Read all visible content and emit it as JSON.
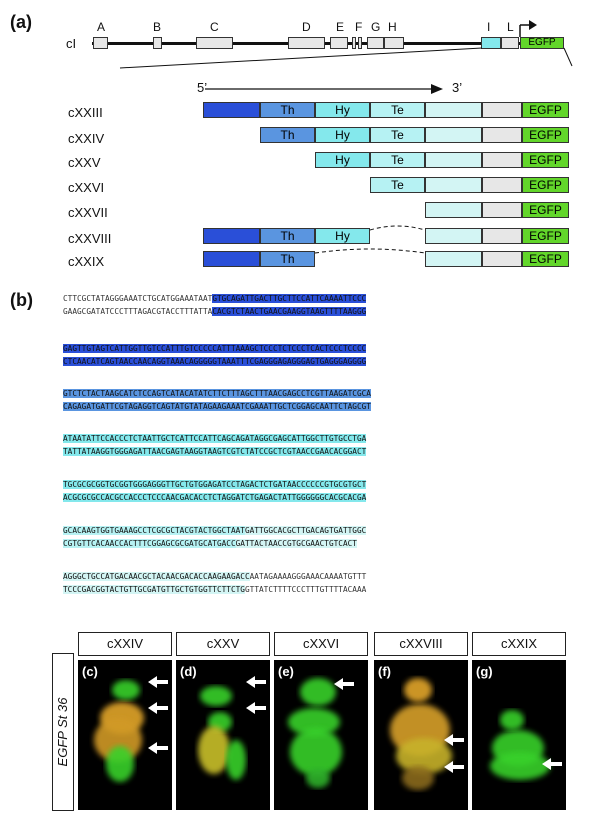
{
  "panel_a": {
    "label": "(a)",
    "locus_name": "cI",
    "exon_labels": [
      "A",
      "B",
      "C",
      "D",
      "E",
      "F",
      "G",
      "H",
      "I",
      "L"
    ],
    "reporter_label": "EGFP",
    "direction_5": "5’",
    "direction_3": "3’",
    "segment_labels": {
      "th": "Th",
      "hy": "Hy",
      "te": "Te",
      "egfp": "EGFP"
    },
    "constructs": [
      {
        "name": "cXXIII",
        "segments": [
          "dark",
          "th",
          "hy",
          "te",
          "pale",
          "gray",
          "egfp"
        ],
        "gap": false
      },
      {
        "name": "cXXIV",
        "segments": [
          "th",
          "hy",
          "te",
          "pale",
          "gray",
          "egfp"
        ],
        "gap": false
      },
      {
        "name": "cXXV",
        "segments": [
          "hy",
          "te",
          "pale",
          "gray",
          "egfp"
        ],
        "gap": false
      },
      {
        "name": "cXXVI",
        "segments": [
          "te",
          "pale",
          "gray",
          "egfp"
        ],
        "gap": false
      },
      {
        "name": "cXXVII",
        "segments": [
          "pale",
          "gray",
          "egfp"
        ],
        "gap": false
      },
      {
        "name": "cXXVIII",
        "segments": [
          "dark",
          "th",
          "hy",
          "pale",
          "gray",
          "egfp"
        ],
        "gap": true
      },
      {
        "name": "cXXIX",
        "segments": [
          "dark",
          "th",
          "pale",
          "gray",
          "egfp"
        ],
        "gap": true
      }
    ]
  },
  "panel_b": {
    "label": "(b)",
    "blocks": [
      {
        "top": [
          "CTTCGCTATAGGGAAATCTGCATGGAAATAAT",
          "GTGCAGATTGACTTGCTTCCATTCAAAATTCCC"
        ],
        "bottom": [
          "GAAGCGATATCCCTTTAGACGTACCTTTATTA",
          "CACGTCTAACTGAACGAAGGTAAGTTTTAAGGG"
        ],
        "styles": [
          "plain",
          "hl-dark"
        ]
      },
      {
        "top": [
          "GAGTTGTAGTCATTGGTTGTCCATTTGTCCCCCATTTAAAGCTCCCTCTCCCTCACTCCCTCCCC"
        ],
        "bottom": [
          "CTCAACATCAGTAACCAACAGGTAAACAGGGGGTAAATTTCGAGGGAGAGGGAGTGAGGGAGGGG"
        ],
        "styles": [
          "hl-dark"
        ]
      },
      {
        "top": [
          "GTCTCTACTAAGCATCTCCAGTCATACATATCTTCTTTAGCTTTAACGAGCCTCGTTAAGATCGCA"
        ],
        "bottom": [
          "CAGAGATGATTCGTAGAGGTCAGTATGTATAGAAGAAATCGAAATTGCTCGGAGCAATTCTAGCGT"
        ],
        "styles": [
          "hl-th"
        ]
      },
      {
        "top": [
          "ATAATATTCCACCCTCTAATTGCTCATTCCATTCAGCAGATAGGCGAGCATTGGCTTGTGCCTGA"
        ],
        "bottom": [
          "TATTATAAGGTGGGAGATTAACGAGTAAGGTAAGTCGTCTATCCGCTCGTAACCGAACACGGACT"
        ],
        "styles": [
          "hl-hy"
        ]
      },
      {
        "top": [
          "TGCGCGCGGTGCGGTGGGAGGGTTGCTGTGGAGATCCTAGACTCTGATAACCCCCCGTGCGTGCT"
        ],
        "bottom": [
          "ACGCGCGCCACGCCACCCTCCCAACGACACCTCTAGGATCTGAGACTATTGGGGGGCACGCACGA"
        ],
        "styles": [
          "hl-hy"
        ]
      },
      {
        "top": [
          "GCACAAGTGGTGAAAGCCTCGCGCTACGTACTGGCTAAT",
          "GATTGGCACGCTTGACAGTGATTGGC"
        ],
        "bottom": [
          "CGTGTTCACAACCACTTTCGGAGCGCGATGCATGACC",
          "GATTACTAACCGTGCGAACTGTCACT"
        ],
        "styles": [
          "hl-te",
          "hl-pale"
        ]
      },
      {
        "top": [
          "AGGGCTGCCATGACAACGCTACAACGACACCAAGAAGACC",
          "AATAGAAAAGGGAAACAAAATGTTT"
        ],
        "bottom": [
          "TCCCGACGGTACTGTTGCGATGTTGCTGTGGTTCTTCTG",
          "GTTATCTTTTCCCTTTGTTTTACAAA"
        ],
        "styles": [
          "hl-pale",
          "plain"
        ]
      }
    ]
  },
  "panel_images": {
    "side_label": "EGFP  St 36",
    "panels": [
      {
        "letter": "(c)",
        "construct": "cXXIV"
      },
      {
        "letter": "(d)",
        "construct": "cXXV"
      },
      {
        "letter": "(e)",
        "construct": "cXXVI"
      },
      {
        "letter": "(f)",
        "construct": "cXXVIII"
      },
      {
        "letter": "(g)",
        "construct": "cXXIX"
      }
    ]
  },
  "colors": {
    "dark_blue": "#2a4fd8",
    "th_blue": "#5a95e0",
    "hy_cyan": "#84e8ec",
    "te_cyan": "#b6f2f3",
    "pale_cyan": "#d3f5f4",
    "gray": "#e7e7e7",
    "egfp_green": "#62d62a",
    "signal_green": "#39d12b",
    "signal_orange": "#e2a62a"
  }
}
